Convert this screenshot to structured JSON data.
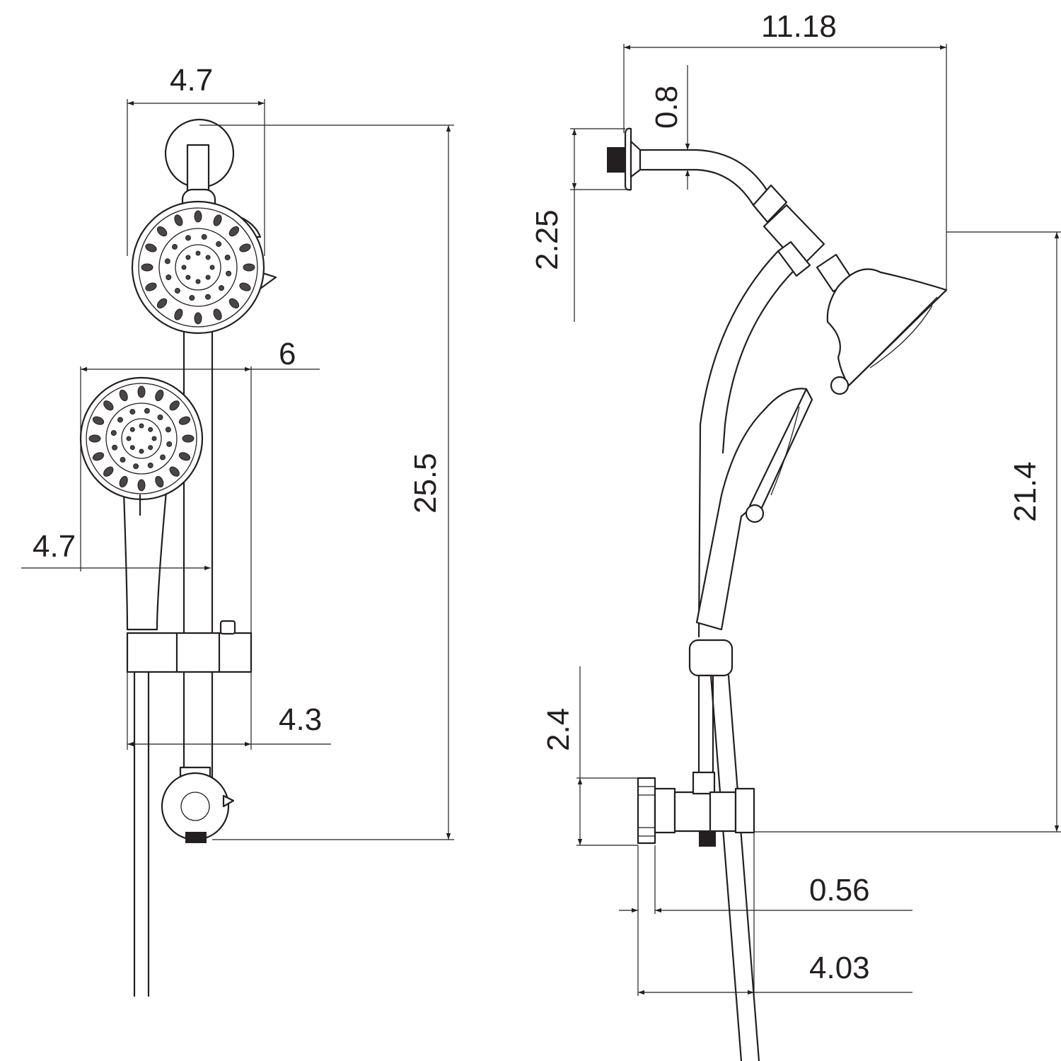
{
  "dimensions": {
    "front_view": {
      "head_width": "4.7",
      "handheld_width": "6",
      "handheld_height_offset": "4.7",
      "bracket_width": "4.3",
      "total_height": "25.5"
    },
    "side_view": {
      "arm_reach": "11.18",
      "arm_rise": "0.8",
      "flange_height": "2.25",
      "head_drop": "21.4",
      "diverter_height": "2.4",
      "inlet_depth": "0.56",
      "diverter_depth": "4.03"
    }
  }
}
